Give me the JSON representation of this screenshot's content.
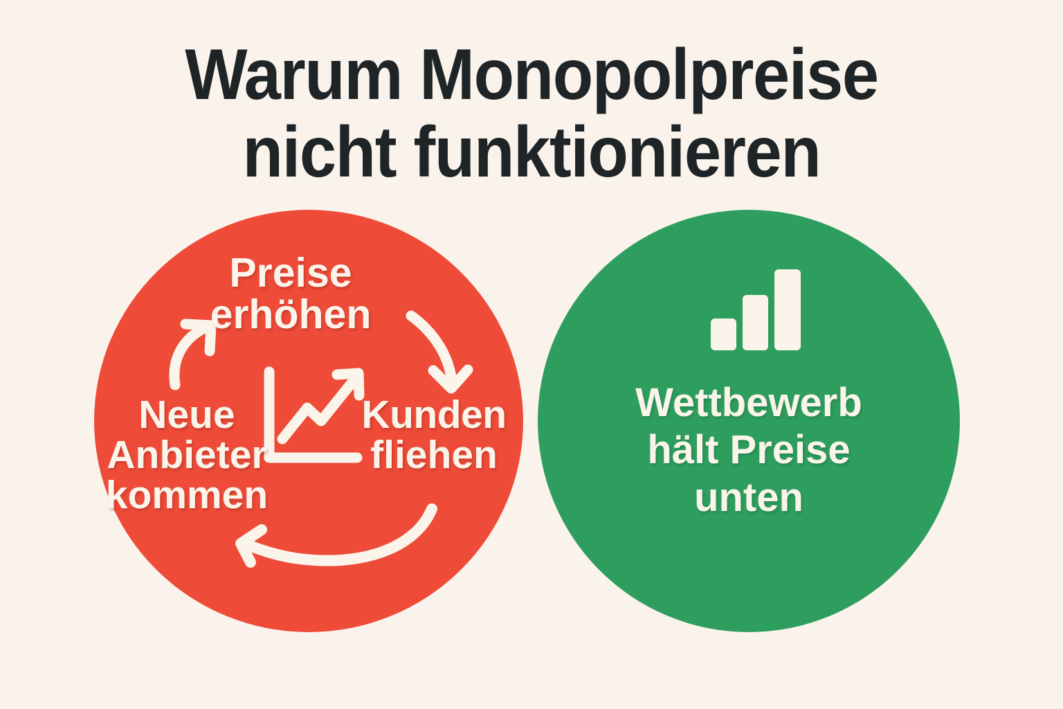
{
  "meta": {
    "background_color": "#faf3ec",
    "red_color": "#ee4b38",
    "green_color": "#2e9e5e",
    "cream_color": "#fbf4ea",
    "title_color": "#1f2526"
  },
  "title": {
    "line1": "Warum Monopolpreise",
    "line2": "nicht funktionieren"
  },
  "left_panel": {
    "kind": "vicious-cycle",
    "color": "#ee4b38",
    "icon": "line-chart-rising-icon",
    "steps": [
      {
        "id": "preise-erhoehen",
        "line1": "Preise",
        "line2": "erhöhen"
      },
      {
        "id": "kunden-fliehen",
        "line1": "Kunden",
        "line2": "fliehen"
      },
      {
        "id": "neue-anbieter-kommen",
        "line1": "Neue",
        "line2": "Anbieter",
        "line3": "kommen"
      }
    ],
    "arrows": [
      {
        "id": "arrow-up-left",
        "direction": "up-right",
        "from": "neue-anbieter-kommen",
        "to": "preise-erhoehen"
      },
      {
        "id": "arrow-down-right",
        "direction": "down-right",
        "from": "preise-erhoehen",
        "to": "kunden-fliehen"
      },
      {
        "id": "arrow-bottom",
        "direction": "left",
        "from": "kunden-fliehen",
        "to": "neue-anbieter-kommen"
      }
    ]
  },
  "right_panel": {
    "kind": "outcome",
    "color": "#2e9e5e",
    "icon": "bar-chart-icon",
    "bars": [
      3,
      6,
      9
    ],
    "line1": "Wettbewerb",
    "line2": "hält Preise",
    "line3": "unten"
  }
}
